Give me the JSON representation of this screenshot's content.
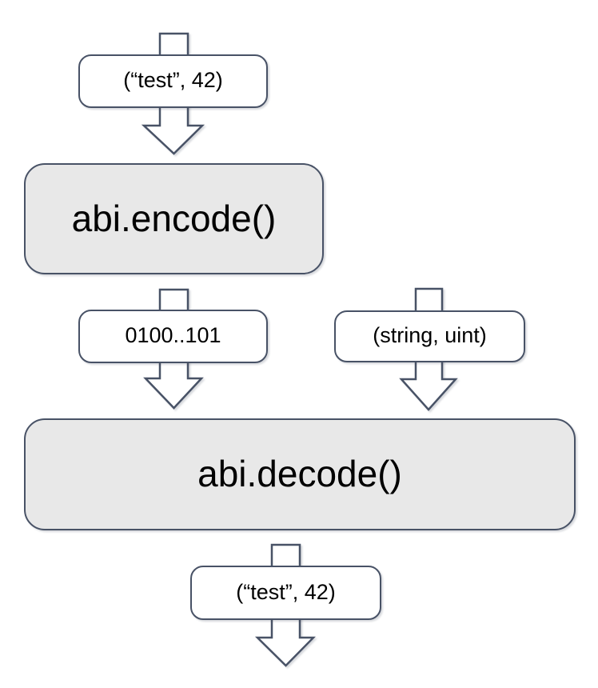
{
  "colors": {
    "background": "#ffffff",
    "stroke": "#485266",
    "process_fill": "#e8e8e8",
    "label_fill": "#ffffff",
    "text": "#000000"
  },
  "nodes": {
    "input_tuple": "(“test”, 42)",
    "encode": "abi.encode()",
    "encoded_bytes": "0100..101",
    "type_tuple": "(string, uint)",
    "decode": "abi.decode()",
    "output_tuple": "(“test”, 42)"
  },
  "icons": {
    "arrow_shape": "down-arrow"
  }
}
